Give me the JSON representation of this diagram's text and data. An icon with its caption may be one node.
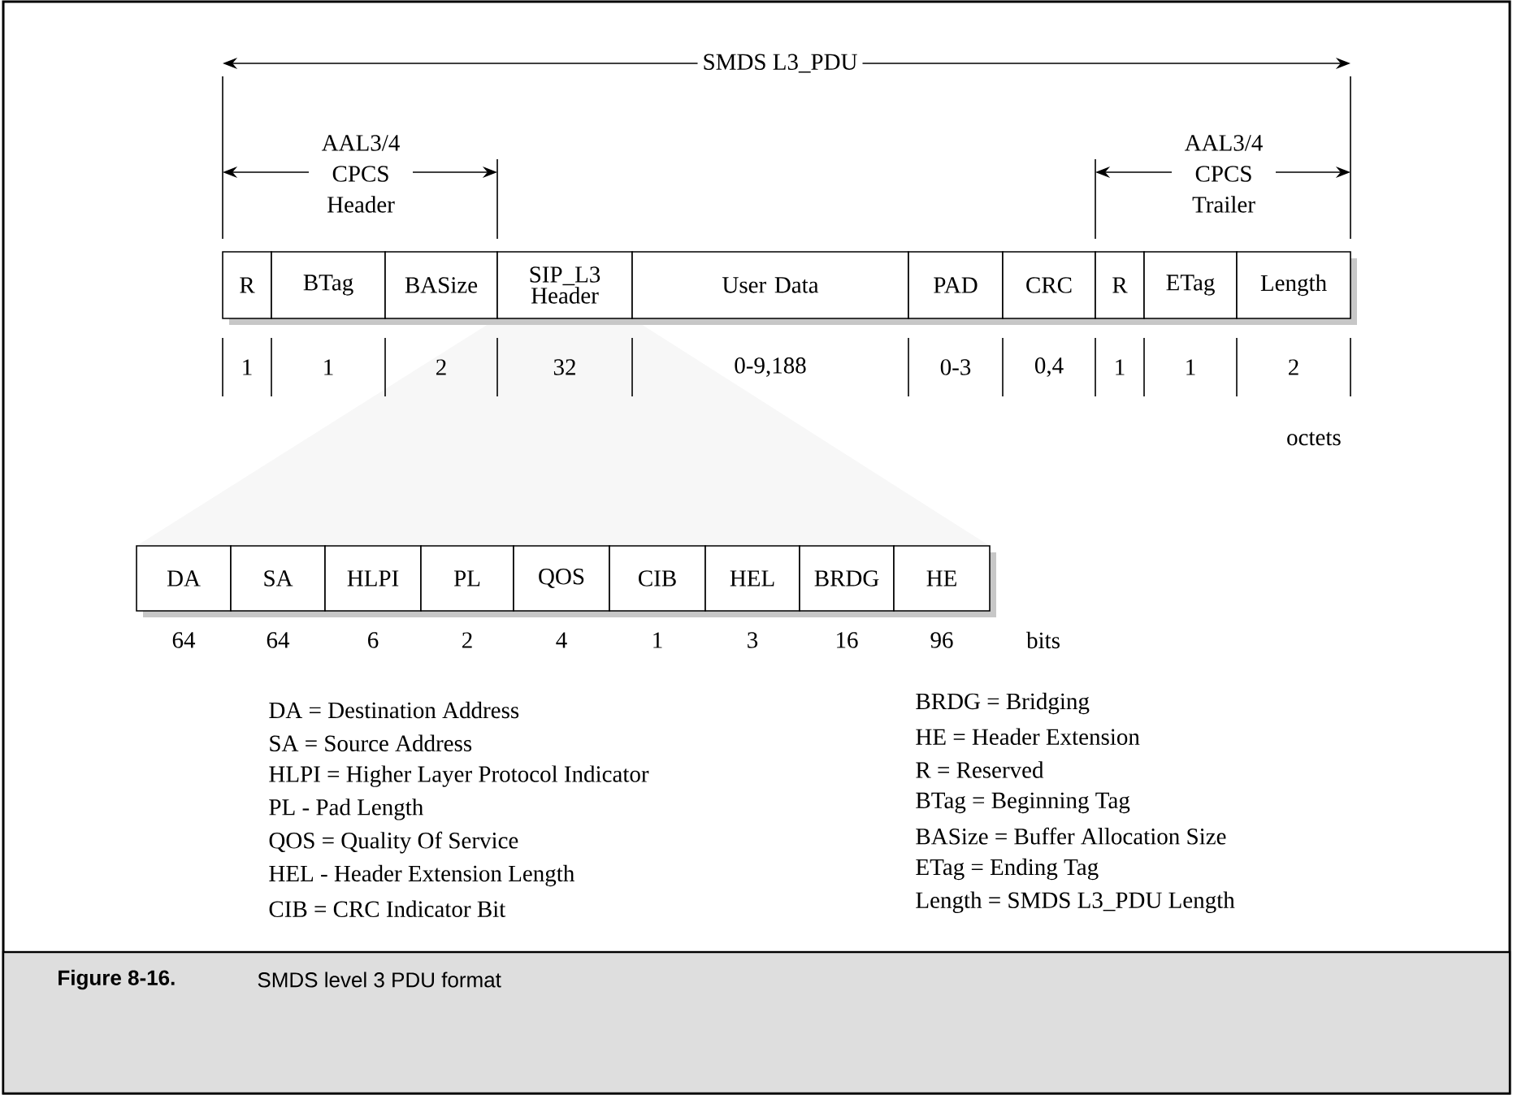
{
  "diagram": {
    "caption": "SMDS level 3 PDU format",
    "nodes": [
      {
        "text": [
          "R"
        ]
      },
      {
        "text": [
          "BTag"
        ]
      },
      {
        "text": [
          "BASize"
        ]
      },
      {
        "text": [
          "SIP_L3 Header"
        ]
      },
      {
        "text": [
          "User Data"
        ]
      },
      {
        "text": [
          "PAD"
        ]
      },
      {
        "text": [
          "CRC"
        ]
      },
      {
        "text": [
          "R"
        ]
      },
      {
        "text": [
          "ETag"
        ]
      },
      {
        "text": [
          "Length"
        ]
      },
      {
        "text": [
          "DA"
        ]
      },
      {
        "text": [
          "SA"
        ]
      },
      {
        "text": [
          "HLPI"
        ]
      },
      {
        "text": [
          "PL"
        ]
      },
      {
        "text": [
          "QOS"
        ]
      },
      {
        "text": [
          "CIB"
        ]
      },
      {
        "text": [
          "HEL"
        ]
      },
      {
        "text": [
          "BRDG"
        ]
      },
      {
        "text": [
          "HE"
        ]
      }
    ],
    "labels": [
      "SMDS L3_PDU",
      "AAL3/4 CPCS Header",
      "AAL3/4 CPCS Trailer",
      "1",
      "1",
      "2",
      "32",
      "0-9,188",
      "0-3",
      "0,4",
      "1",
      "1",
      "2",
      "octets",
      "64",
      "64",
      "6",
      "2",
      "4",
      "1",
      "3",
      "16",
      "96",
      "bits",
      "DA = Destination Address",
      "SA = Source Address",
      "HLPI = Higher Layer Protocol Indicator",
      "PL - Pad Length",
      "QOS = Quality Of Service",
      "HEL - Header Extension Length",
      "CIB = CRC Indicator Bit",
      "BRDG = Bridging",
      "HE = Header Extension",
      "R = Reserved",
      "BTag = Beginning Tag",
      "BASize = Buffer Allocation Size",
      "ETag = Ending Tag",
      "Length = SMDS L3_PDU Length",
      "Figure 8-16."
    ]
  }
}
